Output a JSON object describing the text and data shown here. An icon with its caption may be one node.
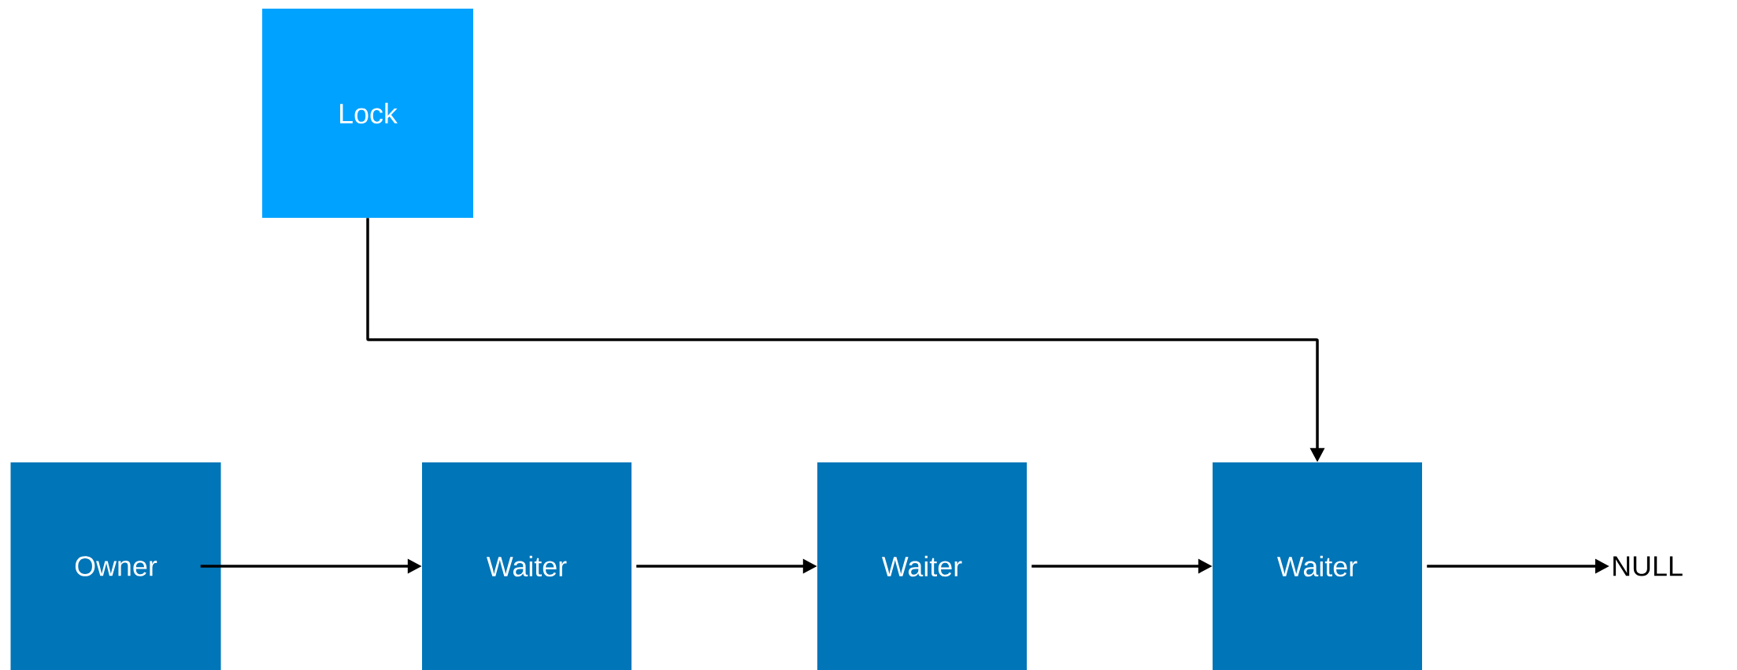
{
  "diagram": {
    "nodes": [
      {
        "text": [
          "Lock"
        ]
      },
      {
        "text": [
          "Owner"
        ]
      },
      {
        "text": [
          "Waiter"
        ]
      },
      {
        "text": [
          "Waiter"
        ]
      },
      {
        "text": [
          "Waiter"
        ]
      },
      {
        "text": [
          "NULL"
        ]
      }
    ],
    "edges": [
      {
        "from": 0,
        "to": 4,
        "arrow": "to"
      },
      {
        "from": 1,
        "to": 2,
        "arrow": "to"
      },
      {
        "from": 2,
        "to": 3,
        "arrow": "to"
      },
      {
        "from": 3,
        "to": 4,
        "arrow": "to"
      },
      {
        "from": 4,
        "to": 5,
        "arrow": "to"
      }
    ]
  }
}
